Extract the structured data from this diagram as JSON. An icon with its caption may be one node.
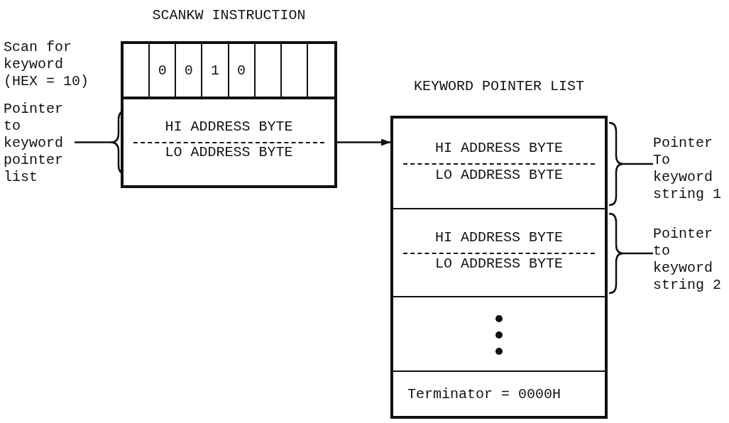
{
  "diagram": {
    "nodes": [
      {
        "text": [
          "SCANKW INSTRUCTION"
        ]
      },
      {
        "text": [],
        "shape": "box",
        "in": 0
      },
      {
        "text": [
          "0"
        ],
        "in": 0
      },
      {
        "text": [
          "0"
        ],
        "in": 0
      },
      {
        "text": [
          "1"
        ],
        "in": 0
      },
      {
        "text": [
          "0"
        ],
        "in": 0
      },
      {
        "text": [],
        "shape": "box",
        "in": 0
      },
      {
        "text": [],
        "shape": "box",
        "in": 0
      },
      {
        "text": [],
        "shape": "box",
        "in": 0
      },
      {
        "text": [
          "HI ADDRESS BYTE",
          "LO ADDRESS BYTE"
        ],
        "in": 0
      },
      {
        "text": [
          "Pointer to keyword pointer list"
        ]
      },
      {
        "text": [
          "KEYWORD POINTER LIST"
        ]
      },
      {
        "text": [
          "HI ADDRESS BYTE",
          "LO ADDRESS BYTE"
        ],
        "in": 11
      },
      {
        "text": [
          "HI ADDRESS BYTE",
          "LO ADDRESS BYTE"
        ],
        "in": 11
      },
      {
        "text": [],
        "shape": "box",
        "in": 11
      },
      {
        "text": [
          "Terminator = 0000H"
        ],
        "in": 11
      },
      {
        "text": [
          "Pointer To keyword string 1"
        ]
      },
      {
        "text": [
          "Pointer to keyword string 2"
        ]
      }
    ],
    "edges": [
      {
        "from": 10,
        "to": 9,
        "arrow": "none"
      },
      {
        "from": 9,
        "to": 11,
        "arrow": "to"
      },
      {
        "from": 16,
        "to": 12,
        "arrow": "none"
      },
      {
        "from": 17,
        "to": 13,
        "arrow": "none"
      }
    ],
    "labels": [
      "Scan for keyword (HEX = 10)"
    ]
  }
}
